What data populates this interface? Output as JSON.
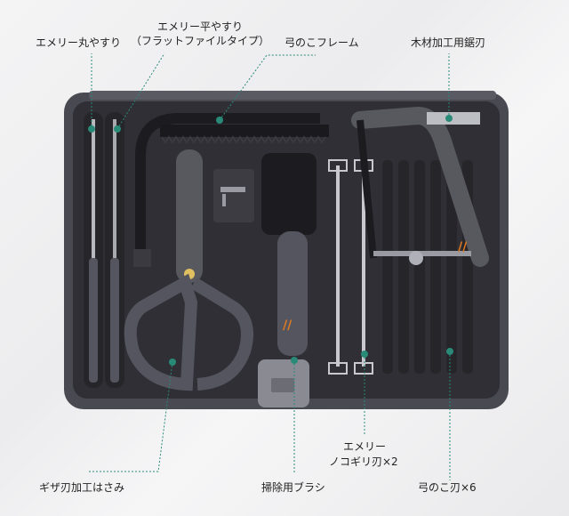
{
  "labels": {
    "emery_round_file": "エメリー丸やすり",
    "emery_flat_file_l1": "エメリー平やすり",
    "emery_flat_file_l2": "（フラットファイルタイプ）",
    "coping_saw_frame": "弓のこフレーム",
    "wood_saw_blade": "木材加工用鋸刃",
    "scissors": "ギザ刃加工はさみ",
    "brush": "掃除用ブラシ",
    "emery_saw_l1": "エメリー",
    "emery_saw_l2": "ノコギリ刃×2",
    "coping_blades": "弓のこ刃×6"
  },
  "colors": {
    "case_outer": "#4a4a52",
    "case_inner": "#2e2e33",
    "tool_gray": "#55555f",
    "accent_orange": "#e07a1f",
    "pointer_teal": "#2a8a78"
  }
}
